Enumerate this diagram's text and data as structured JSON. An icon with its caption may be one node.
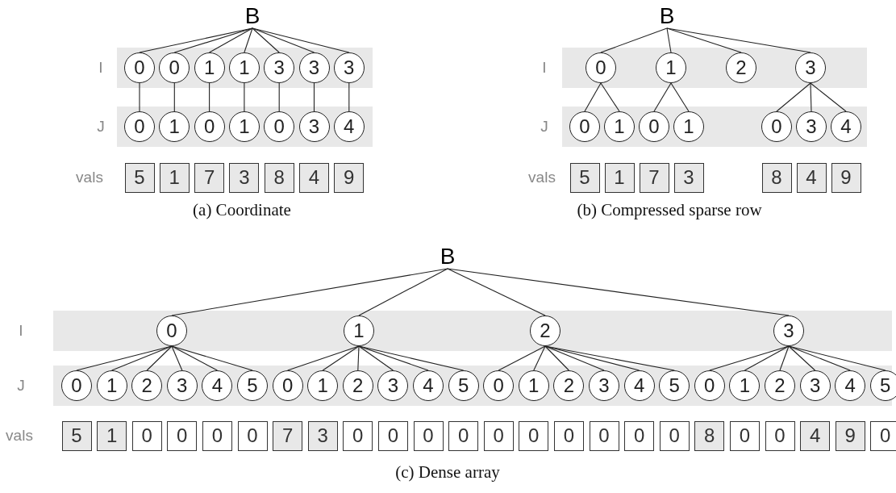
{
  "diagram": {
    "nodes": [
      {
        "text": [
          "B"
        ]
      },
      {
        "text": [
          "0"
        ]
      },
      {
        "text": [
          "0"
        ]
      },
      {
        "text": [
          "1"
        ]
      },
      {
        "text": [
          "1"
        ]
      },
      {
        "text": [
          "3"
        ]
      },
      {
        "text": [
          "3"
        ]
      },
      {
        "text": [
          "3"
        ]
      },
      {
        "text": [
          "0"
        ]
      },
      {
        "text": [
          "1"
        ]
      },
      {
        "text": [
          "0"
        ]
      },
      {
        "text": [
          "1"
        ]
      },
      {
        "text": [
          "0"
        ]
      },
      {
        "text": [
          "3"
        ]
      },
      {
        "text": [
          "4"
        ]
      },
      {
        "text": [
          "5"
        ]
      },
      {
        "text": [
          "1"
        ]
      },
      {
        "text": [
          "7"
        ]
      },
      {
        "text": [
          "3"
        ]
      },
      {
        "text": [
          "8"
        ]
      },
      {
        "text": [
          "4"
        ]
      },
      {
        "text": [
          "9"
        ]
      },
      {
        "text": [
          "B"
        ]
      },
      {
        "text": [
          "0"
        ]
      },
      {
        "text": [
          "1"
        ]
      },
      {
        "text": [
          "2"
        ]
      },
      {
        "text": [
          "3"
        ]
      },
      {
        "text": [
          "0"
        ]
      },
      {
        "text": [
          "1"
        ]
      },
      {
        "text": [
          "0"
        ]
      },
      {
        "text": [
          "1"
        ]
      },
      {
        "text": [
          "0"
        ]
      },
      {
        "text": [
          "3"
        ]
      },
      {
        "text": [
          "4"
        ]
      },
      {
        "text": [
          "5"
        ]
      },
      {
        "text": [
          "1"
        ]
      },
      {
        "text": [
          "7"
        ]
      },
      {
        "text": [
          "3"
        ]
      },
      {
        "text": [
          "8"
        ]
      },
      {
        "text": [
          "4"
        ]
      },
      {
        "text": [
          "9"
        ]
      },
      {
        "text": [
          "B"
        ]
      },
      {
        "text": [
          "0"
        ]
      },
      {
        "text": [
          "1"
        ]
      },
      {
        "text": [
          "2"
        ]
      },
      {
        "text": [
          "3"
        ]
      },
      {
        "text": [
          "0"
        ]
      },
      {
        "text": [
          "1"
        ]
      },
      {
        "text": [
          "2"
        ]
      },
      {
        "text": [
          "3"
        ]
      },
      {
        "text": [
          "4"
        ]
      },
      {
        "text": [
          "5"
        ]
      },
      {
        "text": [
          "0"
        ]
      },
      {
        "text": [
          "1"
        ]
      },
      {
        "text": [
          "2"
        ]
      },
      {
        "text": [
          "3"
        ]
      },
      {
        "text": [
          "4"
        ]
      },
      {
        "text": [
          "5"
        ]
      },
      {
        "text": [
          "0"
        ]
      },
      {
        "text": [
          "1"
        ]
      },
      {
        "text": [
          "2"
        ]
      },
      {
        "text": [
          "3"
        ]
      },
      {
        "text": [
          "4"
        ]
      },
      {
        "text": [
          "5"
        ]
      },
      {
        "text": [
          "0"
        ]
      },
      {
        "text": [
          "1"
        ]
      },
      {
        "text": [
          "2"
        ]
      },
      {
        "text": [
          "3"
        ]
      },
      {
        "text": [
          "4"
        ]
      },
      {
        "text": [
          "5"
        ]
      },
      {
        "text": [
          "5"
        ]
      },
      {
        "text": [
          "1"
        ]
      },
      {
        "text": [
          "0"
        ]
      },
      {
        "text": [
          "0"
        ]
      },
      {
        "text": [
          "0"
        ]
      },
      {
        "text": [
          "0"
        ]
      },
      {
        "text": [
          "7"
        ]
      },
      {
        "text": [
          "3"
        ]
      },
      {
        "text": [
          "0"
        ]
      },
      {
        "text": [
          "0"
        ]
      },
      {
        "text": [
          "0"
        ]
      },
      {
        "text": [
          "0"
        ]
      },
      {
        "text": [
          "0"
        ]
      },
      {
        "text": [
          "0"
        ]
      },
      {
        "text": [
          "0"
        ]
      },
      {
        "text": [
          "0"
        ]
      },
      {
        "text": [
          "0"
        ]
      },
      {
        "text": [
          "0"
        ]
      },
      {
        "text": [
          "8"
        ]
      },
      {
        "text": [
          "0"
        ]
      },
      {
        "text": [
          "0"
        ]
      },
      {
        "text": [
          "4"
        ]
      },
      {
        "text": [
          "9"
        ]
      },
      {
        "text": [
          "0"
        ]
      }
    ],
    "edges": [
      {
        "from": 0,
        "to": 1,
        "arrow": "none"
      },
      {
        "from": 0,
        "to": 2,
        "arrow": "none"
      },
      {
        "from": 0,
        "to": 3,
        "arrow": "none"
      },
      {
        "from": 0,
        "to": 4,
        "arrow": "none"
      },
      {
        "from": 0,
        "to": 5,
        "arrow": "none"
      },
      {
        "from": 0,
        "to": 6,
        "arrow": "none"
      },
      {
        "from": 0,
        "to": 7,
        "arrow": "none"
      },
      {
        "from": 1,
        "to": 8,
        "arrow": "none"
      },
      {
        "from": 2,
        "to": 9,
        "arrow": "none"
      },
      {
        "from": 3,
        "to": 10,
        "arrow": "none"
      },
      {
        "from": 4,
        "to": 11,
        "arrow": "none"
      },
      {
        "from": 5,
        "to": 12,
        "arrow": "none"
      },
      {
        "from": 6,
        "to": 13,
        "arrow": "none"
      },
      {
        "from": 7,
        "to": 14,
        "arrow": "none"
      },
      {
        "from": 22,
        "to": 23,
        "arrow": "none"
      },
      {
        "from": 22,
        "to": 24,
        "arrow": "none"
      },
      {
        "from": 22,
        "to": 25,
        "arrow": "none"
      },
      {
        "from": 22,
        "to": 26,
        "arrow": "none"
      },
      {
        "from": 23,
        "to": 27,
        "arrow": "none"
      },
      {
        "from": 23,
        "to": 28,
        "arrow": "none"
      },
      {
        "from": 24,
        "to": 29,
        "arrow": "none"
      },
      {
        "from": 24,
        "to": 30,
        "arrow": "none"
      },
      {
        "from": 26,
        "to": 31,
        "arrow": "none"
      },
      {
        "from": 26,
        "to": 32,
        "arrow": "none"
      },
      {
        "from": 26,
        "to": 33,
        "arrow": "none"
      },
      {
        "from": 41,
        "to": 42,
        "arrow": "none"
      },
      {
        "from": 41,
        "to": 43,
        "arrow": "none"
      },
      {
        "from": 41,
        "to": 44,
        "arrow": "none"
      },
      {
        "from": 41,
        "to": 45,
        "arrow": "none"
      },
      {
        "from": 42,
        "to": 46,
        "arrow": "none"
      },
      {
        "from": 42,
        "to": 47,
        "arrow": "none"
      },
      {
        "from": 42,
        "to": 48,
        "arrow": "none"
      },
      {
        "from": 42,
        "to": 49,
        "arrow": "none"
      },
      {
        "from": 42,
        "to": 50,
        "arrow": "none"
      },
      {
        "from": 42,
        "to": 51,
        "arrow": "none"
      },
      {
        "from": 43,
        "to": 52,
        "arrow": "none"
      },
      {
        "from": 43,
        "to": 53,
        "arrow": "none"
      },
      {
        "from": 43,
        "to": 54,
        "arrow": "none"
      },
      {
        "from": 43,
        "to": 55,
        "arrow": "none"
      },
      {
        "from": 43,
        "to": 56,
        "arrow": "none"
      },
      {
        "from": 43,
        "to": 57,
        "arrow": "none"
      },
      {
        "from": 44,
        "to": 58,
        "arrow": "none"
      },
      {
        "from": 44,
        "to": 59,
        "arrow": "none"
      },
      {
        "from": 44,
        "to": 60,
        "arrow": "none"
      },
      {
        "from": 44,
        "to": 61,
        "arrow": "none"
      },
      {
        "from": 44,
        "to": 62,
        "arrow": "none"
      },
      {
        "from": 44,
        "to": 63,
        "arrow": "none"
      },
      {
        "from": 45,
        "to": 64,
        "arrow": "none"
      },
      {
        "from": 45,
        "to": 65,
        "arrow": "none"
      },
      {
        "from": 45,
        "to": 66,
        "arrow": "none"
      },
      {
        "from": 45,
        "to": 67,
        "arrow": "none"
      },
      {
        "from": 45,
        "to": 68,
        "arrow": "none"
      },
      {
        "from": 45,
        "to": 69,
        "arrow": "none"
      }
    ],
    "labels": [
      "I",
      "I",
      "J",
      "J",
      "vals",
      "vals",
      "(a) Coordinate",
      "(b) Compressed sparse row",
      "I",
      "J",
      "vals",
      "(c) Dense array"
    ]
  }
}
